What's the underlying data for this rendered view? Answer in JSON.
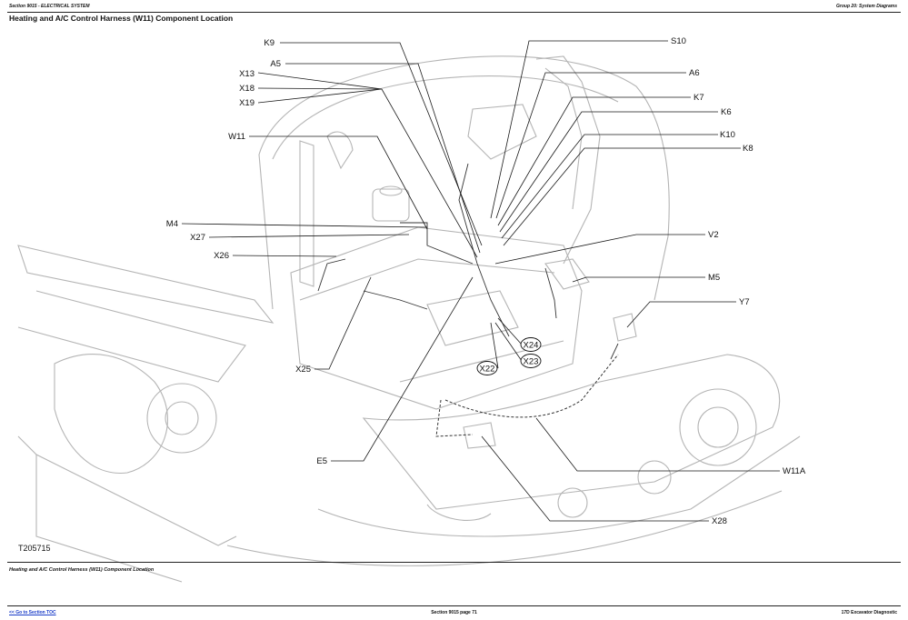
{
  "header": {
    "left": "Section 9015 - ELECTRICAL SYSTEM",
    "right": "Group 20: System Diagrams"
  },
  "title": "Heating and A/C Control Harness (W11) Component Location",
  "figure_id": "T205715",
  "labels": {
    "K9": "K9",
    "A5": "A5",
    "X13": "X13",
    "X18": "X18",
    "X19": "X19",
    "W11": "W11",
    "M4": "M4",
    "X27": "X27",
    "X26": "X26",
    "X25": "X25",
    "E5": "E5",
    "S10": "S10",
    "A6": "A6",
    "K7": "K7",
    "K6": "K6",
    "K10": "K10",
    "K8": "K8",
    "V2": "V2",
    "M5": "M5",
    "Y7": "Y7",
    "W11A": "W11A",
    "X28": "X28",
    "X24": "X24",
    "X23": "X23",
    "X22": "X22"
  },
  "caption": "Heating and A/C Control Harness (W11) Component Location",
  "footer": {
    "left": "<< Go to Section TOC",
    "center": "Section 9015 page 71",
    "right": "17D Excavator Diagnostic"
  }
}
